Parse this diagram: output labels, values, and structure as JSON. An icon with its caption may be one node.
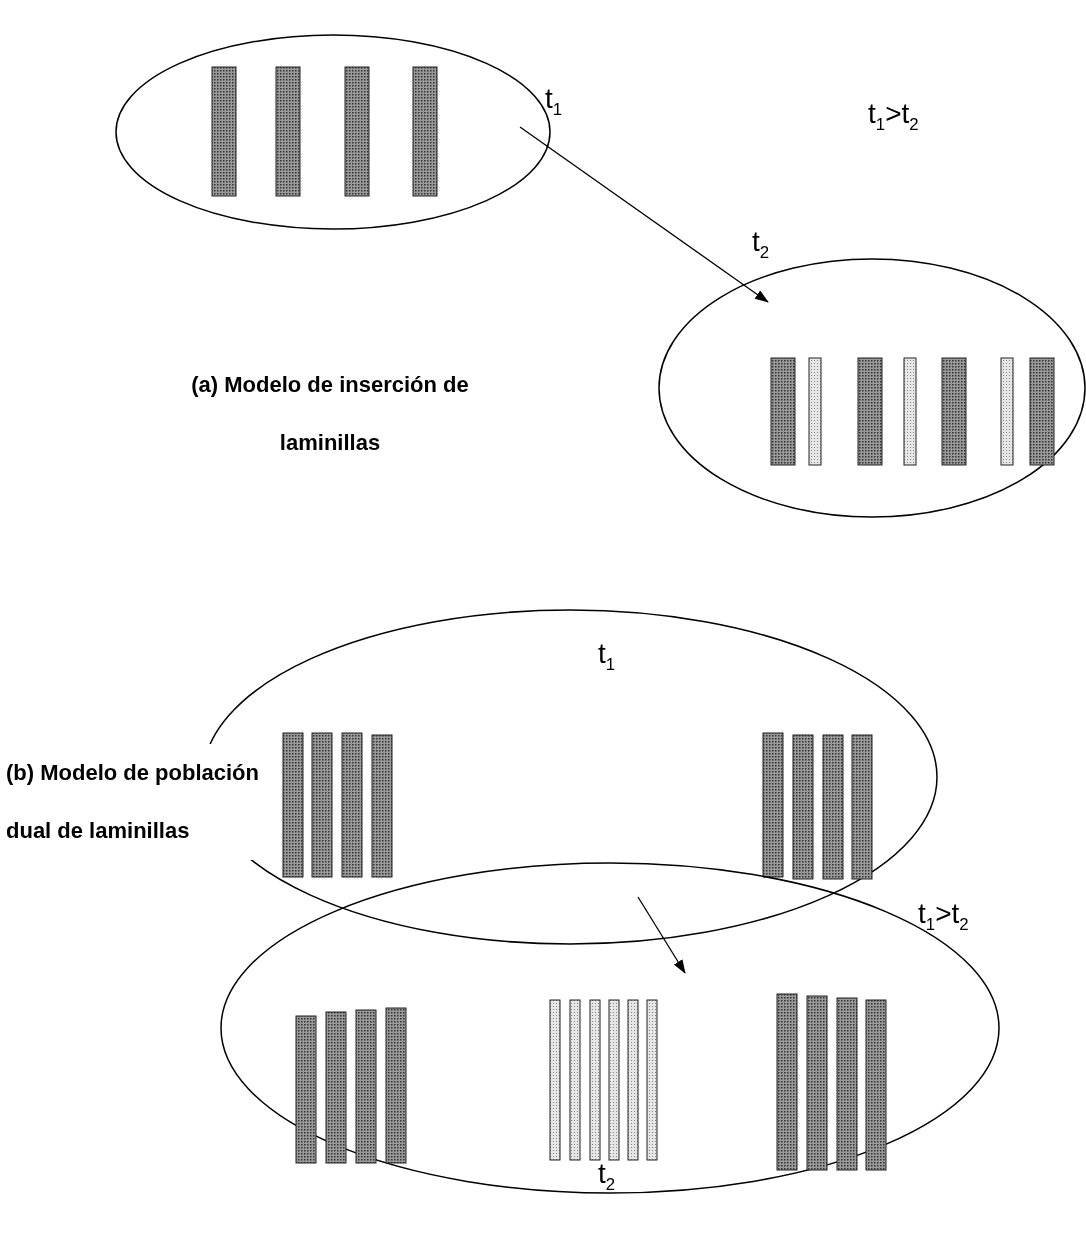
{
  "diagram": {
    "nodes": [
      {
        "text": [],
        "shape": "ellipse",
        "beside": [
          "t$_{1}$"
        ]
      },
      {
        "text": [],
        "shape": "ellipse",
        "beside": [
          "t$_{2}$"
        ]
      },
      {
        "text": [
          "t$_{1}$"
        ]
      },
      {
        "text": [
          "t$_{2}$"
        ]
      }
    ],
    "edges": [
      {
        "from": 0,
        "to": 1,
        "arrow": "to"
      },
      {
        "from": 2,
        "to": 3,
        "arrow": "to"
      }
    ],
    "labels": [
      "t$_{1}$>t$_{2}$",
      "(a) Modelo de inserción de laminillas",
      "(b) Modelo de población dual de laminillas",
      "t$_{1}$>t$_{2}$"
    ]
  }
}
